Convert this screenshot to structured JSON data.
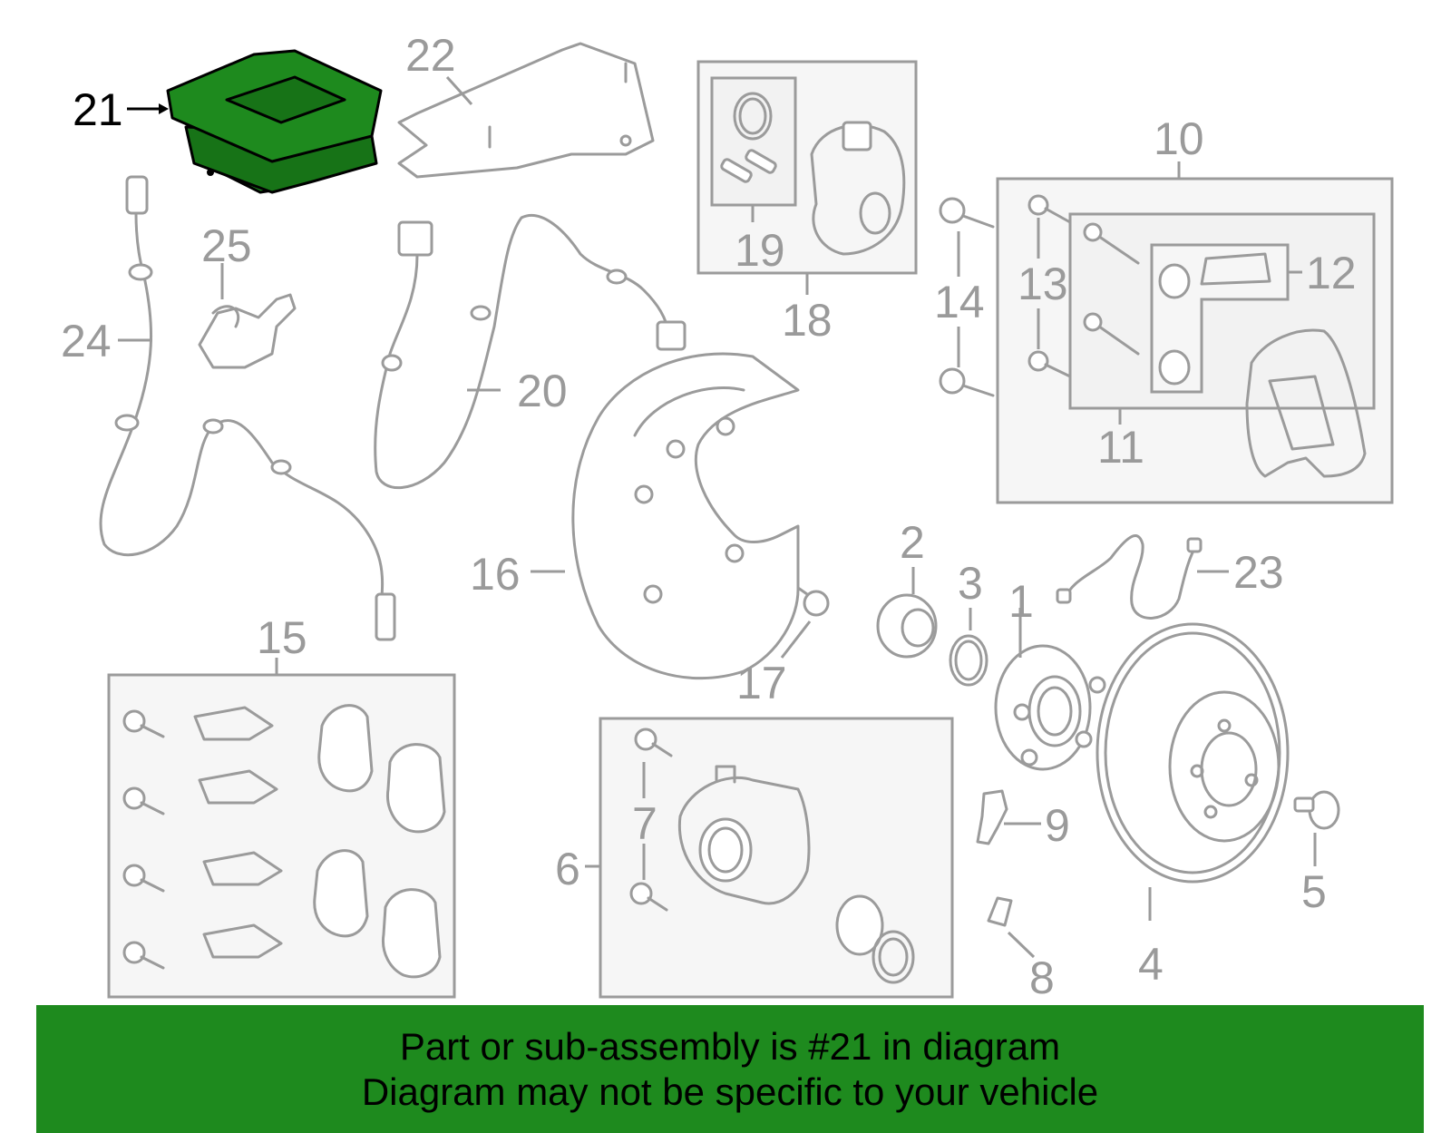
{
  "highlight": {
    "part_number": "21",
    "color": "#1e8a1e"
  },
  "callouts": [
    {
      "id": "1",
      "text": "1"
    },
    {
      "id": "2",
      "text": "2"
    },
    {
      "id": "3",
      "text": "3"
    },
    {
      "id": "4",
      "text": "4"
    },
    {
      "id": "5",
      "text": "5"
    },
    {
      "id": "6",
      "text": "6"
    },
    {
      "id": "7",
      "text": "7"
    },
    {
      "id": "8",
      "text": "8"
    },
    {
      "id": "9",
      "text": "9"
    },
    {
      "id": "10",
      "text": "10"
    },
    {
      "id": "11",
      "text": "11"
    },
    {
      "id": "12",
      "text": "12"
    },
    {
      "id": "13",
      "text": "13"
    },
    {
      "id": "14",
      "text": "14"
    },
    {
      "id": "15",
      "text": "15"
    },
    {
      "id": "16",
      "text": "16"
    },
    {
      "id": "17",
      "text": "17"
    },
    {
      "id": "18",
      "text": "18"
    },
    {
      "id": "19",
      "text": "19"
    },
    {
      "id": "20",
      "text": "20"
    },
    {
      "id": "21",
      "text": "21"
    },
    {
      "id": "22",
      "text": "22"
    },
    {
      "id": "23",
      "text": "23"
    },
    {
      "id": "24",
      "text": "24"
    },
    {
      "id": "25",
      "text": "25"
    }
  ],
  "banner": {
    "line1": "Part or sub-assembly is #21 in diagram",
    "line2": "Diagram may not be specific to your vehicle",
    "background": "#1e8a1e"
  }
}
